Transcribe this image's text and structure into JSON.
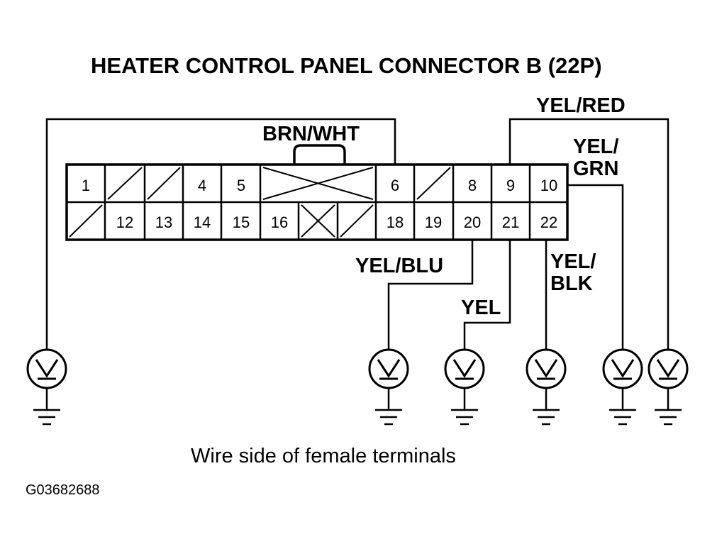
{
  "title": "HEATER CONTROL PANEL CONNECTOR B (22P)",
  "caption": "Wire side of female terminals",
  "figure_code": "G03682688",
  "pins_top": {
    "p1": "1",
    "p4": "4",
    "p5": "5",
    "p6": "6",
    "p8": "8",
    "p9": "9",
    "p10": "10"
  },
  "pins_bottom": {
    "p12": "12",
    "p13": "13",
    "p14": "14",
    "p15": "15",
    "p16": "16",
    "p18": "18",
    "p19": "19",
    "p20": "20",
    "p21": "21",
    "p22": "22"
  },
  "wires": {
    "brn_wht": "BRN/WHT",
    "yel_red": "YEL/RED",
    "yel_grn_1": "YEL/",
    "yel_grn_2": "GRN",
    "yel_blu": "YEL/BLU",
    "yel": "YEL",
    "yel_blk_1": "YEL/",
    "yel_blk_2": "BLK"
  },
  "symbols": {
    "meter": "voltmeter-icon",
    "ground": "ground-icon"
  }
}
